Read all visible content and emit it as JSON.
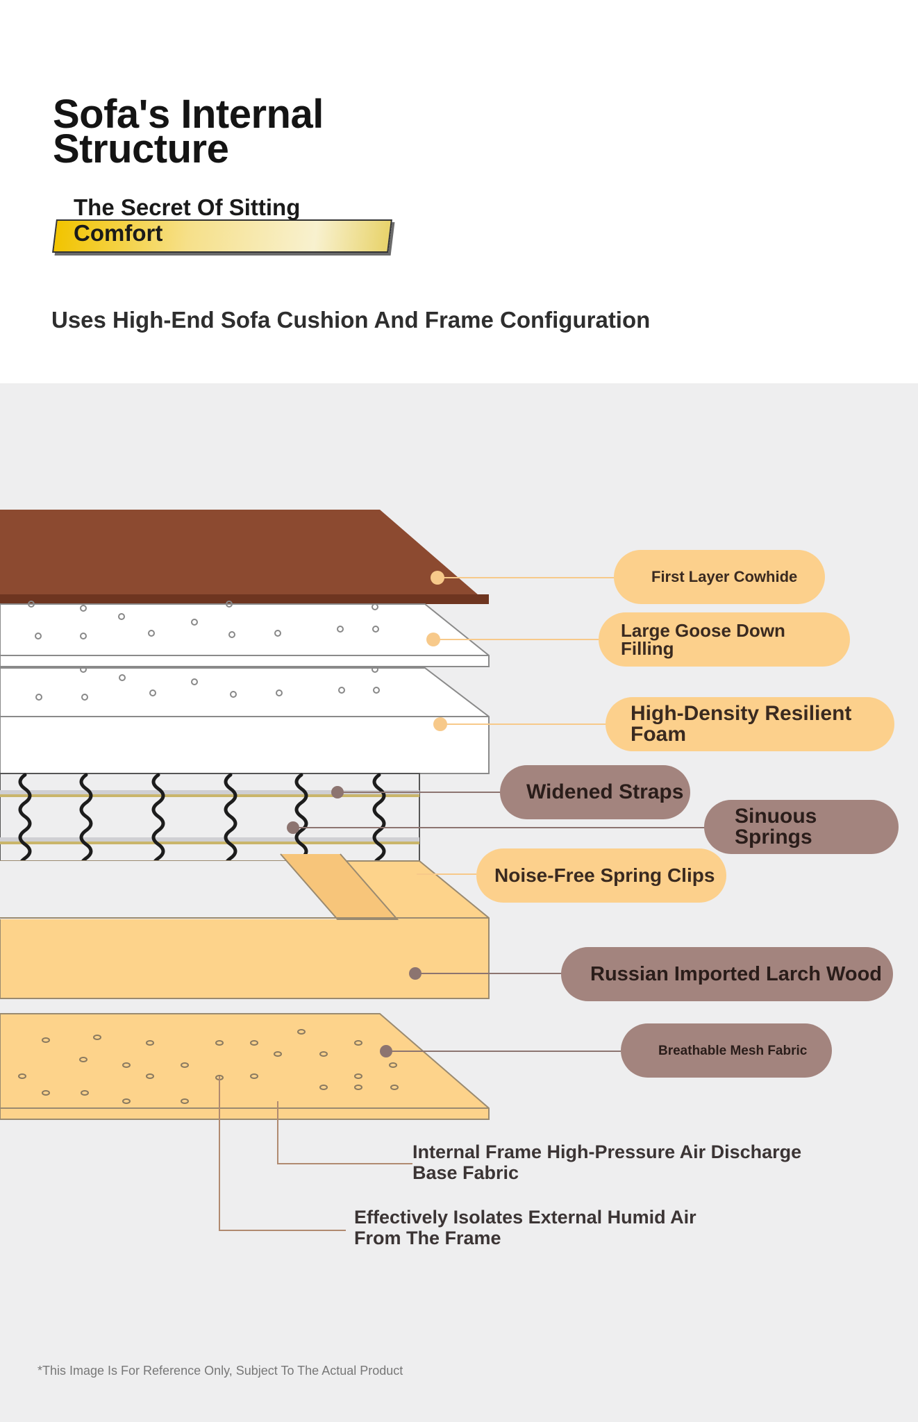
{
  "header": {
    "title": "Sofa's Internal Structure",
    "subtitle": "The Secret Of Sitting Comfort",
    "tagline": "Uses High-End Sofa Cushion And Frame Configuration"
  },
  "labels": {
    "cowhide": "First Layer Cowhide",
    "goose_down": "Large Goose Down Filling",
    "foam": "High-Density Resilient Foam",
    "straps": "Widened Straps",
    "springs": "Sinuous Springs",
    "clips": "Noise-Free Spring Clips",
    "larch": "Russian Imported Larch Wood",
    "mesh": "Breathable Mesh Fabric"
  },
  "notes": {
    "air_discharge": "Internal Frame High-Pressure Air Discharge Base Fabric",
    "isolates": "Effectively Isolates External Humid Air From The Frame"
  },
  "footer": {
    "disclaimer": "*This Image Is For Reference Only, Subject To The Actual Product"
  },
  "colors": {
    "cowhide": "#8c4a30",
    "wood": "#fdd38b",
    "cream_pill": "#fcd08c",
    "taupe_pill": "#a3847e",
    "background": "#eeeeef"
  }
}
